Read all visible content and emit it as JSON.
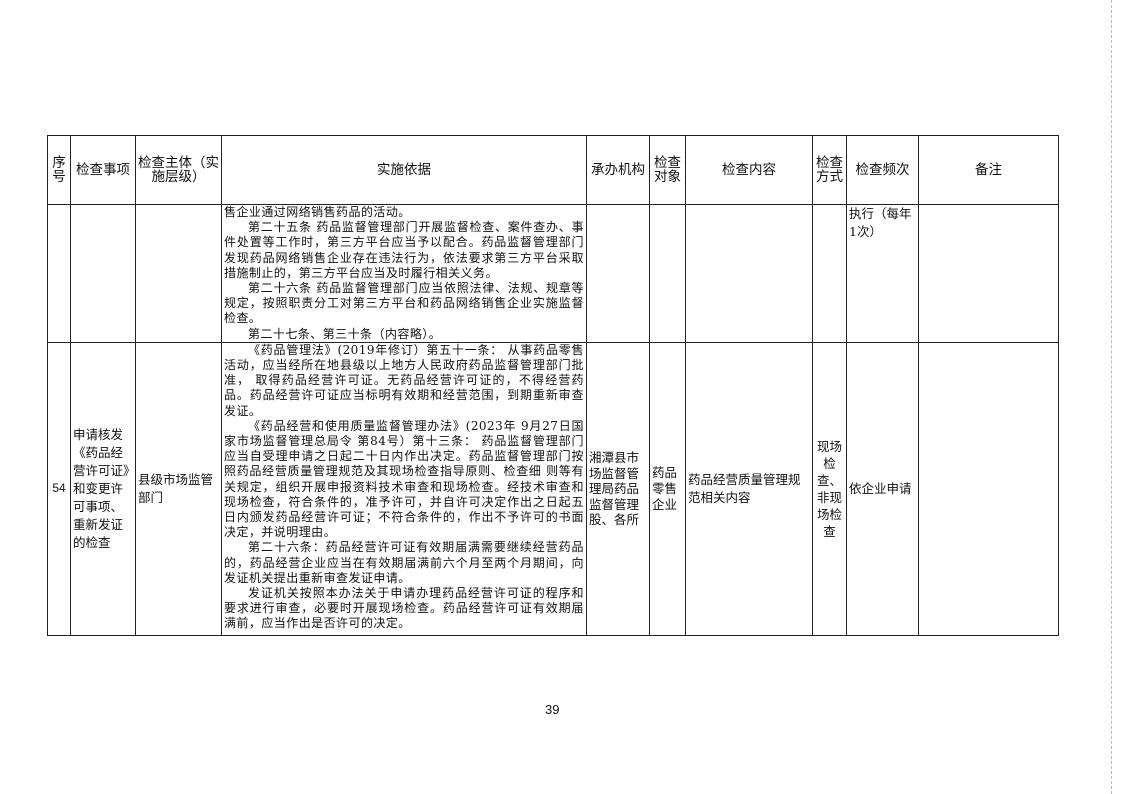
{
  "headers": [
    "序号",
    "检查事项",
    "检查主体（实施层级）",
    "实施依据",
    "承办机构",
    "检查对象",
    "检查内容",
    "检查方式",
    "检查频次",
    "备注"
  ],
  "rows": [
    {
      "seq": "",
      "item": "",
      "subject": "",
      "basis": [
        "售企业通过网络销售药品的活动。",
        "第二十五条 药品监督管理部门开展监督检查、案件查办、事件处置等工作时，第三方平台应当予以配合。药品监督管理部门发现药品网络销售企业存在违法行为，依法要求第三方平台采取措施制止的，第三方平台应当及时履行相关义务。",
        "第二十六条 药品监督管理部门应当依照法律、法规、规章等规定，按照职责分工对第三方平台和药品网络销售企业实施监督检查。",
        "第二十七条、第三十条（内容略）。"
      ],
      "org": "",
      "target": "",
      "content": "",
      "method": "",
      "frequency": "执行（每年1次）",
      "remark": ""
    },
    {
      "seq": "54",
      "item": "申请核发《药品经营许可证》和变更许可事项、重新发证的检查",
      "subject": "县级市场监管部门",
      "basis": [
        "《药品管理法》(2019年修订）第五十一条： 从事药品零售活动，应当经所在地县级以上地方人民政府药品监督管理部门批准， 取得药品经营许可证。无药品经营许可证的，不得经营药品。药品经营许可证应当标明有效期和经营范围，到期重新审查发证。",
        "《药品经营和使用质量监督管理办法》(2023年 9月27日国家市场监督管理总局令 第84号）第十三条： 药品监督管理部门应当自受理申请之日起二十日内作出决定。药品监督管理部门按照药品经营质量管理规范及其现场检查指导原则、检查细 则等有关规定，组织开展申报资料技术审查和现场检查。经技术审查和现场检查，符合条件的，准予许可，并自许可决定作出之日起五日内颁发药品经营许可证；不符合条件的，作出不予许可的书面决定，并说明理由。",
        "第二十六条：药品经营许可证有效期届满需要继续经营药品的，药品经营企业应当在有效期届满前六个月至两个月期间，向发证机关提出重新审查发证申请。",
        "发证机关按照本办法关于申请办理药品经营许可证的程序和要求进行审查，必要时开展现场检查。药品经营许可证有效期届满前，应当作出是否许可的决定。"
      ],
      "org": "湘潭县市场监督管理局药品监督管理股、各所",
      "target": "药品零售企业",
      "content": "药品经营质量管理规范相关内容",
      "method": "现场检查、非现场检查",
      "frequency": "依企业申请",
      "remark": ""
    }
  ],
  "page_number": "39"
}
